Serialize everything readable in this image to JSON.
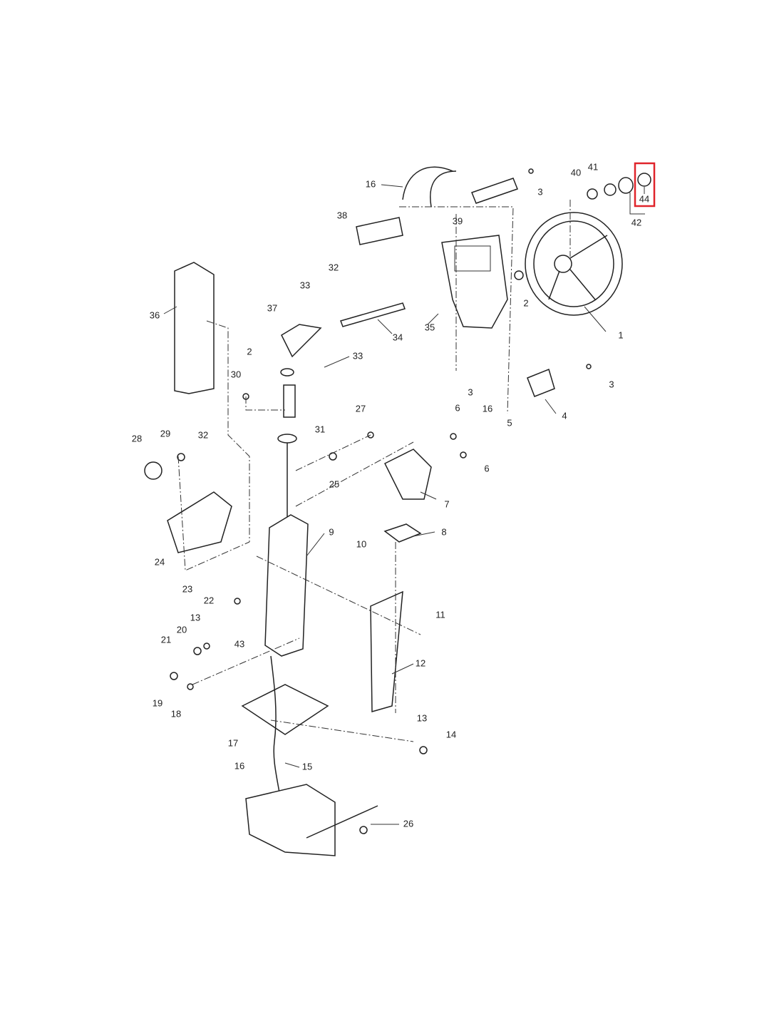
{
  "diagram": {
    "callouts": [
      "16",
      "3",
      "40",
      "41",
      "44",
      "42",
      "38",
      "39",
      "32",
      "33",
      "37",
      "36",
      "2",
      "34",
      "35",
      "1",
      "2",
      "33",
      "30",
      "3",
      "16",
      "3",
      "4",
      "27",
      "6",
      "5",
      "28",
      "29",
      "32",
      "31",
      "6",
      "25",
      "7",
      "8",
      "9",
      "10",
      "24",
      "23",
      "22",
      "11",
      "13",
      "20",
      "21",
      "43",
      "12",
      "19",
      "18",
      "13",
      "14",
      "17",
      "16",
      "15",
      "26"
    ],
    "highlighted_callout": "44",
    "highlight_color": "#e0242b"
  }
}
